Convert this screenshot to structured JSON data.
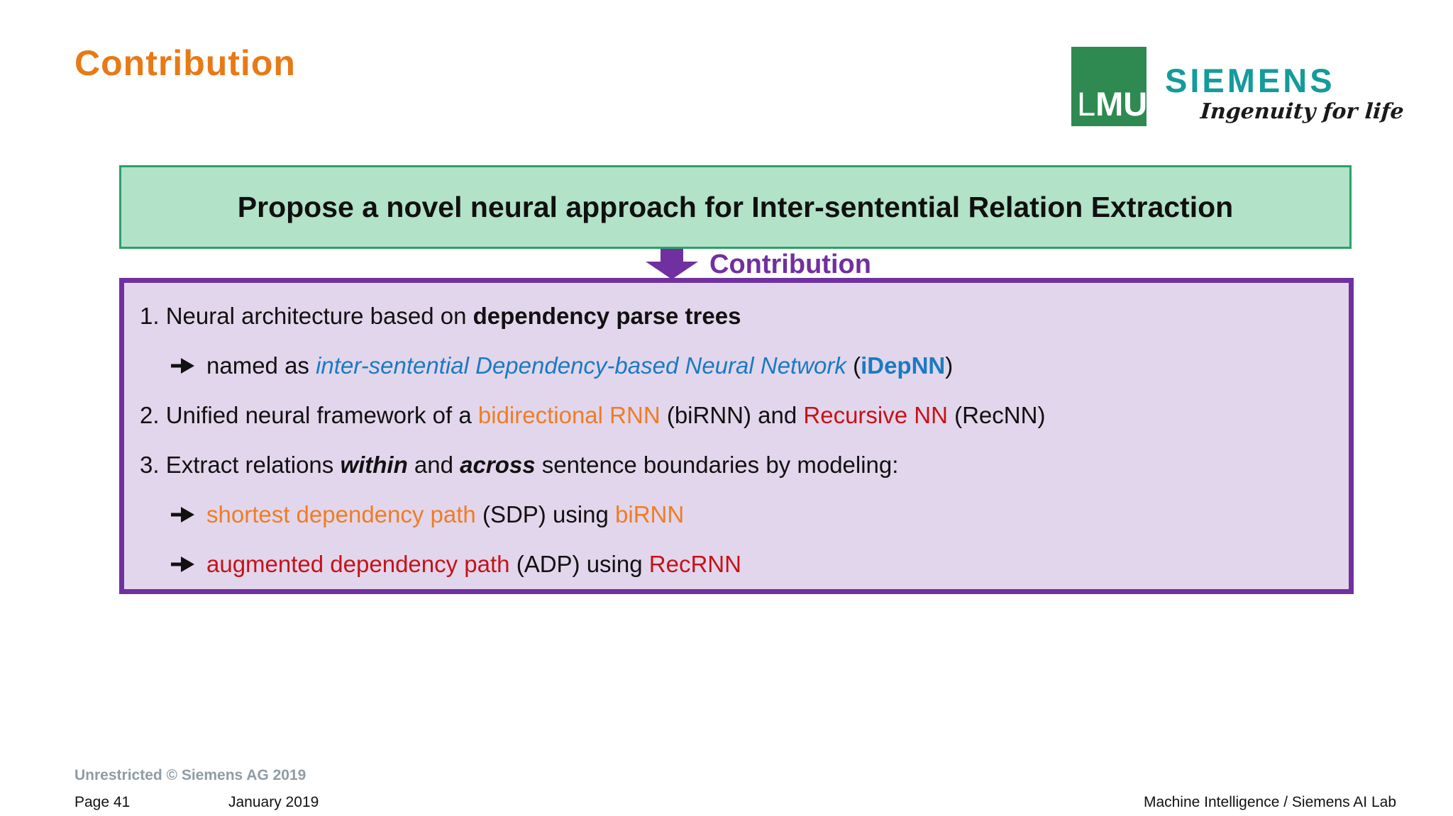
{
  "slide_title": "Contribution",
  "logos": {
    "lmu_l": "L",
    "lmu_mu": "MU",
    "siemens_text": "SIEMENS",
    "siemens_tagline": "Ingenuity for life"
  },
  "banner": {
    "text": "Propose a novel neural approach for Inter-sentential Relation Extraction"
  },
  "arrow": {
    "label": "Contribution"
  },
  "contribution_list": {
    "item1": {
      "pre": "1. Neural architecture based on ",
      "emph": "dependency parse trees"
    },
    "item1_sub": {
      "pre": "named as ",
      "blue_italic": "inter-sentential Dependency-based Neural Network",
      "mid": " (",
      "blue_bold": "iDepNN",
      "post": ")"
    },
    "item2": {
      "pre": "2. Unified neural framework of a ",
      "orange": "bidirectional RNN",
      "mid": " (biRNN) and ",
      "red": "Recursive NN",
      "post": " (RecNN)"
    },
    "item3": {
      "pre": "3. Extract relations ",
      "em1": "within",
      "mid": " and ",
      "em2": "across",
      "post": " sentence boundaries by modeling:"
    },
    "item3_sub1": {
      "orange1": "shortest dependency path",
      "mid": " (SDP) using ",
      "orange2": "biRNN"
    },
    "item3_sub2": {
      "red1": "augmented dependency path",
      "mid": " (ADP) using ",
      "red2": "RecRNN"
    }
  },
  "footer": {
    "classification": "Unrestricted © Siemens AG 2019",
    "page": "Page 41",
    "date": "January 2019",
    "right": "Machine Intelligence / Siemens AI Lab"
  },
  "colors": {
    "title_orange": "#E87A16",
    "siemens_teal": "#149B9B",
    "lmu_green": "#2E8A50",
    "banner_bg": "#B2E2C8",
    "banner_border": "#2BA169",
    "purple": "#7030A0",
    "box_bg": "#E2D6EC",
    "text_blue": "#1B7AC2",
    "text_orange": "#EE7D23",
    "text_red": "#C51218",
    "footer_gray": "#8E9CA6"
  }
}
